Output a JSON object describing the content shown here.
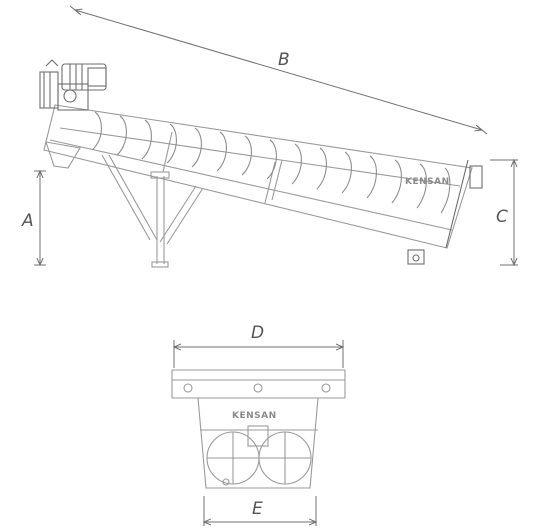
{
  "colors": {
    "line": "#9a9a9a",
    "dark_line": "#6e6e6e",
    "dimension": "#707070",
    "label": "#555555",
    "brand": "#8a8a8a"
  },
  "dimensions": {
    "a": "A",
    "b": "B",
    "c": "C",
    "d": "D",
    "e": "E"
  },
  "brand": {
    "side": "KENSAN",
    "front": "KENSAN"
  }
}
